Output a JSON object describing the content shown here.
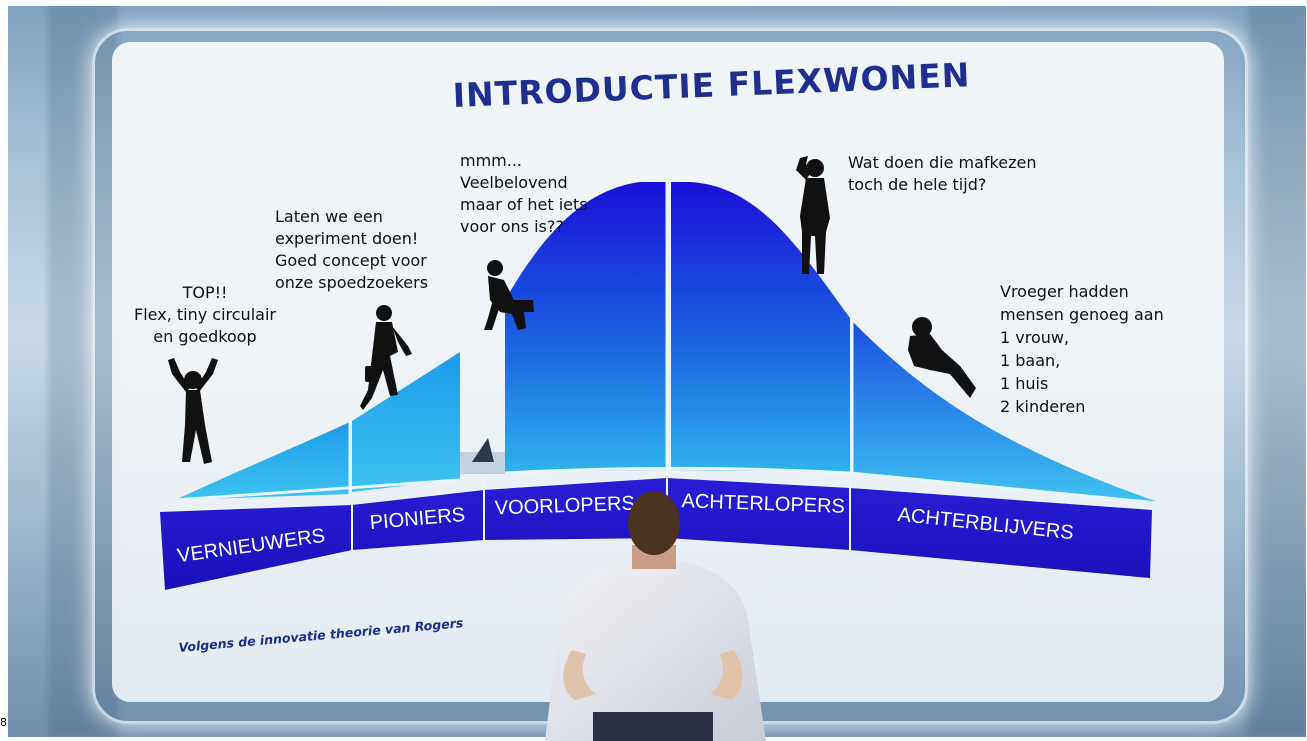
{
  "title": "INTRODUCTIE FLEXWONEN",
  "footnote": "Volgens de innovatie theorie van Rogers",
  "page_marker": "8",
  "colors": {
    "band": "#1f14c6",
    "band_text": "#ffffff",
    "curve_light": "#33b6ec",
    "curve_dark": "#1a10d8",
    "title": "#1f2f8f"
  },
  "segments": [
    {
      "label": "VERNIEUWERS"
    },
    {
      "label": "PIONIERS"
    },
    {
      "label": "VOORLOPERS"
    },
    {
      "label": "ACHTERLOPERS"
    },
    {
      "label": "ACHTERBLIJVERS"
    }
  ],
  "captions": [
    {
      "text": "TOP!!\nFlex, tiny circulair\nen goedkoop"
    },
    {
      "text": "Laten we een\nexperiment doen!\nGoed concept voor\nonze spoedzoekers"
    },
    {
      "text": "mmm...\nVeelbelovend\nmaar of het iets\nvoor ons is??"
    },
    {
      "text": "Wat doen die mafkezen\ntoch de hele tijd?"
    },
    {
      "text": "Vroeger hadden\nmensen genoeg aan\n1 vrouw,\n1 baan,\n1 huis\n2 kinderen"
    }
  ],
  "figures": [
    "jumping-person-icon",
    "walking-businessman-icon",
    "sitting-person-icon",
    "head-scratching-person-icon",
    "crouching-person-icon",
    "shark-fin-icon",
    "observer-man"
  ]
}
